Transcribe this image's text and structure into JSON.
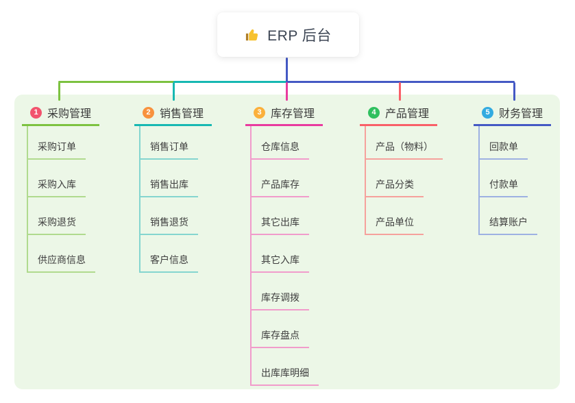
{
  "root": {
    "title": "ERP 后台",
    "icon": "thumbs-up-icon"
  },
  "colors": {
    "canvas_bg": "#ffffff",
    "panel_bg": "#ecf7e7",
    "connector": "#4459c4",
    "root_text": "#3d4654"
  },
  "branches": [
    {
      "badge": "1",
      "badge_color": "#f2536d",
      "label": "采购管理",
      "color": "#7cc240",
      "light_color": "#b0da8e",
      "children": [
        "采购订单",
        "采购入库",
        "采购退货",
        "供应商信息"
      ]
    },
    {
      "badge": "2",
      "badge_color": "#f8923e",
      "label": "销售管理",
      "color": "#17b8b2",
      "light_color": "#84d5cf",
      "children": [
        "销售订单",
        "销售出库",
        "销售退货",
        "客户信息"
      ]
    },
    {
      "badge": "3",
      "badge_color": "#fbb03b",
      "label": "库存管理",
      "color": "#e93a9f",
      "light_color": "#f19bcb",
      "children": [
        "仓库信息",
        "产品库存",
        "其它出库",
        "其它入库",
        "库存调拨",
        "库存盘点",
        "出库库明细"
      ]
    },
    {
      "badge": "4",
      "badge_color": "#2fc05f",
      "label": "产品管理",
      "color": "#f95f68",
      "light_color": "#f6a19c",
      "children": [
        "产品（物料）",
        "产品分类",
        "产品单位"
      ]
    },
    {
      "badge": "5",
      "badge_color": "#33abe0",
      "label": "财务管理",
      "color": "#4459c4",
      "light_color": "#9db1e2",
      "children": [
        "回款单",
        "付款单",
        "结算账户"
      ]
    }
  ]
}
